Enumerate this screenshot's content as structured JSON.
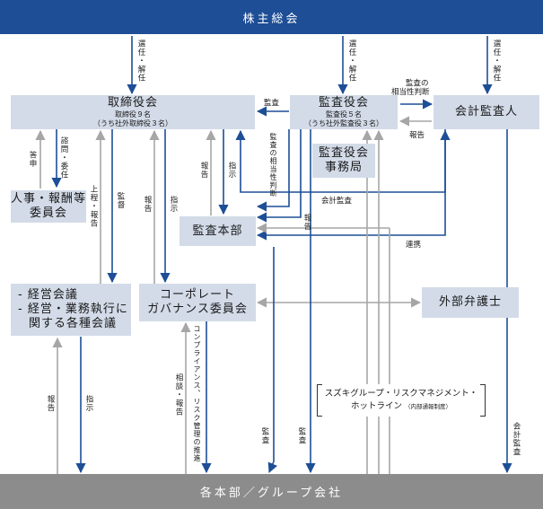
{
  "header": {
    "title": "株主総会"
  },
  "footer": {
    "title": "各本部／グループ会社"
  },
  "nodes": {
    "board": {
      "title": "取締役会",
      "sub1": "取締役９名",
      "sub2": "（うち社外取締役３名）"
    },
    "audit_board": {
      "title": "監査役会",
      "sub1": "監査役５名",
      "sub2": "（うち社外監査役３名）"
    },
    "auditor": {
      "title": "会計監査人"
    },
    "audit_office": {
      "title": "監査役会",
      "title2": "事務局"
    },
    "hr_committee": {
      "title": "人事・報酬等",
      "title2": "委員会"
    },
    "audit_dept": {
      "title": "監査本部"
    },
    "exec_meetings": {
      "line1": "- 経営会議",
      "line2": "- 経営・業務執行に",
      "line3": "関する各種会議"
    },
    "governance": {
      "title": "コーポレート",
      "title2": "ガバナンス委員会"
    },
    "lawyer": {
      "title": "外部弁護士"
    },
    "hotline": {
      "title": "スズキグループ・リスクマネジメント・",
      "title2": "ホットライン",
      "note": "（内部通報制度）"
    }
  },
  "labels": {
    "elect1": "選任・解任",
    "elect2": "選任・解任",
    "elect3": "選任・解任",
    "audit": "監査",
    "adequacy_top": "監査の",
    "adequacy_bottom": "相当性判断",
    "report_aud": "報告",
    "answer": "答申",
    "consult": "諮問・委任",
    "uptake": "上程・報告",
    "supervise": "監督",
    "report_gov": "報告",
    "instruct_gov": "指示",
    "report_dept": "報告",
    "instruct_dept": "指示",
    "adequacy_v": "監査の相当性判断",
    "accounting_audit": "会計監査",
    "report_to_dept": "報告",
    "coordination": "連携",
    "report_exec": "報告",
    "instruct_exec": "指示",
    "consult_report": "相談・報告",
    "compliance": "コンプライアンス、リスク管理の推進",
    "audit_v1": "監査",
    "audit_v2": "監査",
    "accounting_audit_v": "会計監査"
  },
  "colors": {
    "navy": "#1d4e96",
    "box": "#d3dbe8",
    "gray": "#a6a6a6",
    "footer": "#8c8c8c"
  }
}
